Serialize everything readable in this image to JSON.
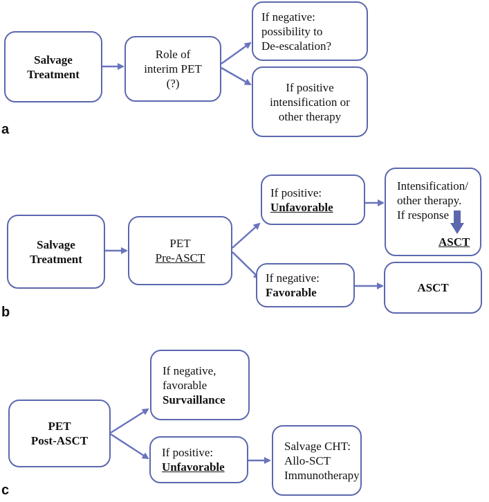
{
  "colors": {
    "border": "#5b67ae",
    "arrow": "#6a74bd",
    "text": "#111111"
  },
  "panel_a": {
    "label": "a",
    "salvage": [
      "Salvage",
      "Treatment"
    ],
    "interim_pet": [
      "Role of",
      "interim PET",
      "(?)"
    ],
    "negative": [
      "If negative:",
      "possibility to",
      "De-escalation?"
    ],
    "positive": [
      "If positive",
      "intensification or",
      "other therapy"
    ]
  },
  "panel_b": {
    "label": "b",
    "salvage": [
      "Salvage",
      "Treatment"
    ],
    "pet_title": "PET",
    "pet_sub": "Pre-ASCT",
    "positive_line1": "If positive:",
    "positive_line2": "Unfavorable",
    "intensification": [
      "Intensification/",
      "other therapy.",
      "If response"
    ],
    "intensification_asct": "ASCT",
    "negative_line1": "If negative:",
    "negative_line2": "Favorable",
    "asct": "ASCT"
  },
  "panel_c": {
    "label": "c",
    "pet": [
      "PET",
      "Post-ASCT"
    ],
    "negative": [
      "If negative,",
      "favorable"
    ],
    "negative_bold": "Survaillance",
    "positive_line1": "If positive:",
    "positive_line2": "Unfavorable",
    "salvage_cht": [
      "Salvage CHT:",
      "Allo-SCT",
      "Immunotherapy"
    ]
  }
}
